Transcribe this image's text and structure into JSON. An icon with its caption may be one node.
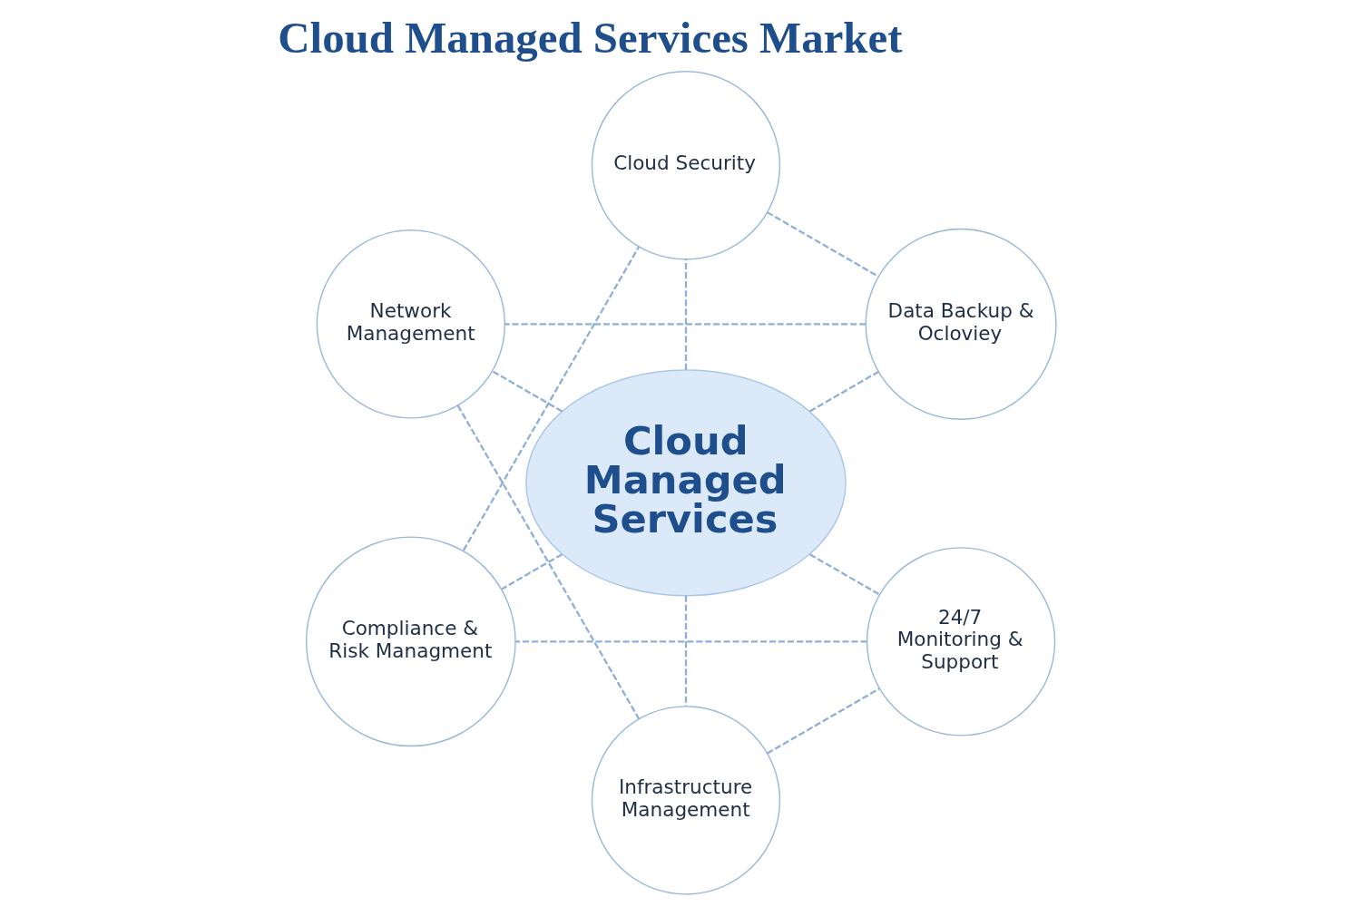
{
  "diagram": {
    "title": "Cloud Managed Services Market",
    "nodes": [
      {
        "text": [
          "Data Backup & Ocloviey"
        ]
      },
      {
        "text": [
          "Cloud Security"
        ]
      },
      {
        "text": [
          "Network Management"
        ]
      },
      {
        "text": [
          "Cloud Managed Services"
        ]
      },
      {
        "text": [
          "Compliance & Risk Managment"
        ]
      },
      {
        "text": [
          "Infrastructure Management"
        ]
      },
      {
        "text": [
          "24/7 Monitoring & Support"
        ]
      }
    ],
    "edges": [
      {
        "from": 3,
        "to": 0,
        "arrow": "none",
        "style": "dashed"
      },
      {
        "from": 3,
        "to": 2,
        "arrow": "none",
        "style": "dashed"
      },
      {
        "from": 3,
        "to": 5,
        "arrow": "none",
        "style": "dashed"
      },
      {
        "from": 3,
        "to": 6,
        "arrow": "none",
        "style": "dashed"
      },
      {
        "from": 3,
        "to": 4,
        "arrow": "none",
        "style": "dashed"
      },
      {
        "from": 3,
        "to": 1,
        "arrow": "none",
        "style": "dashed"
      },
      {
        "from": 0,
        "to": 2,
        "arrow": "none",
        "style": "dashed"
      },
      {
        "from": 2,
        "to": 5,
        "arrow": "none",
        "style": "dashed"
      },
      {
        "from": 5,
        "to": 6,
        "arrow": "none",
        "style": "dashed"
      },
      {
        "from": 6,
        "to": 4,
        "arrow": "none",
        "style": "dashed"
      },
      {
        "from": 4,
        "to": 1,
        "arrow": "none",
        "style": "dashed"
      },
      {
        "from": 1,
        "to": 0,
        "arrow": "none",
        "style": "dashed"
      }
    ]
  }
}
